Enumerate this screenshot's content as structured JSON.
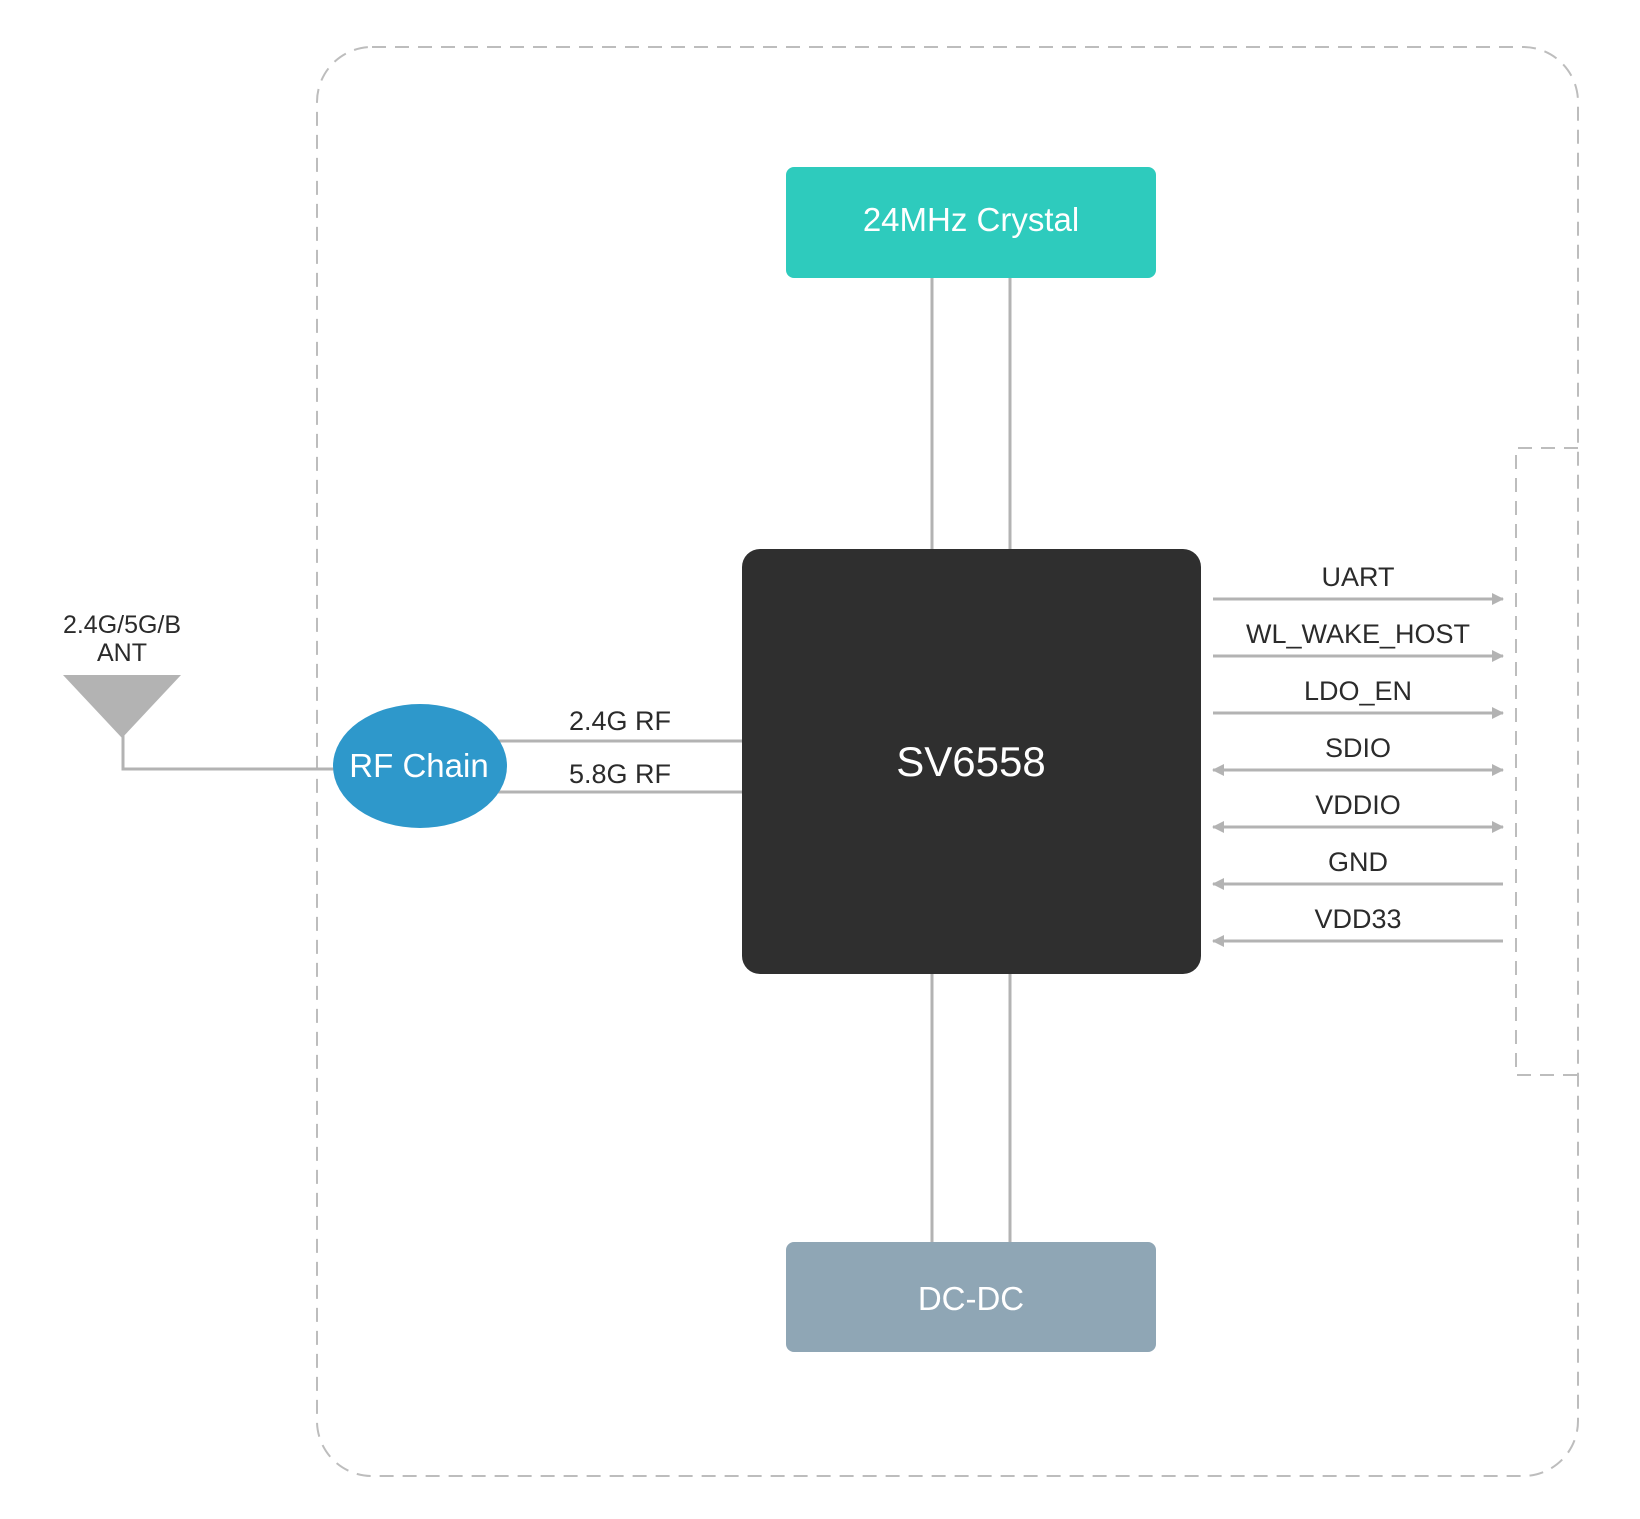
{
  "diagram": {
    "crystal": {
      "label": "24MHz Crystal",
      "color": "#2ecbbd"
    },
    "chip": {
      "label": "SV6558",
      "color": "#2f2f2f"
    },
    "dcdc": {
      "label": "DC-DC",
      "color": "#8fa6b5"
    },
    "rf_chain": {
      "label": "RF Chain",
      "color": "#2e98cb"
    },
    "antenna": {
      "label_line1": "2.4G/5G/B",
      "label_line2": "ANT",
      "color": "#b3b3b3"
    },
    "rf_links": [
      {
        "label": "2.4G RF"
      },
      {
        "label": "5.8G RF"
      }
    ],
    "signals": [
      {
        "label": "UART",
        "direction": "out"
      },
      {
        "label": "WL_WAKE_HOST",
        "direction": "out"
      },
      {
        "label": "LDO_EN",
        "direction": "out"
      },
      {
        "label": "SDIO",
        "direction": "both"
      },
      {
        "label": "VDDIO",
        "direction": "both"
      },
      {
        "label": "GND",
        "direction": "in"
      },
      {
        "label": "VDD33",
        "direction": "in"
      }
    ],
    "line_color": "#b3b3b3",
    "border_color": "#bdbdbd"
  }
}
